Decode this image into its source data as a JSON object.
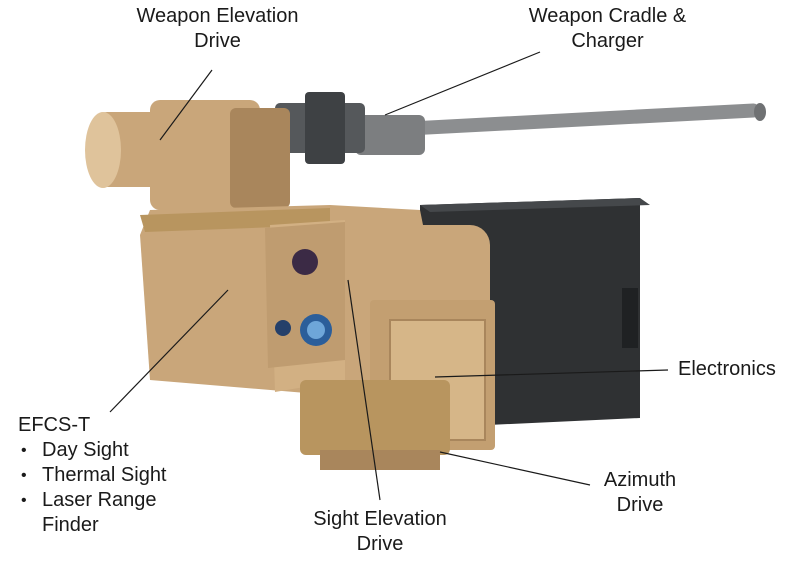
{
  "labels": {
    "weapon_elevation": {
      "line1": "Weapon Elevation",
      "line2": "Drive"
    },
    "weapon_cradle": {
      "line1": "Weapon Cradle &",
      "line2": "Charger"
    },
    "electronics": {
      "line1": "Electronics"
    },
    "efcs": {
      "title": "EFCS-T",
      "items": [
        "Day Sight",
        "Thermal Sight",
        "Laser Range",
        "Finder"
      ]
    },
    "sight_elevation": {
      "line1": "Sight Elevation",
      "line2": "Drive"
    },
    "azimuth": {
      "line1": "Azimuth",
      "line2": "Drive"
    }
  },
  "colors": {
    "tan": "#c9a67a",
    "tan_dark": "#a9865c",
    "tan_light": "#dfc39b",
    "electronics_box": "#2f3133",
    "barrel": "#8c8e90",
    "leader_line": "#1a1a1a"
  }
}
